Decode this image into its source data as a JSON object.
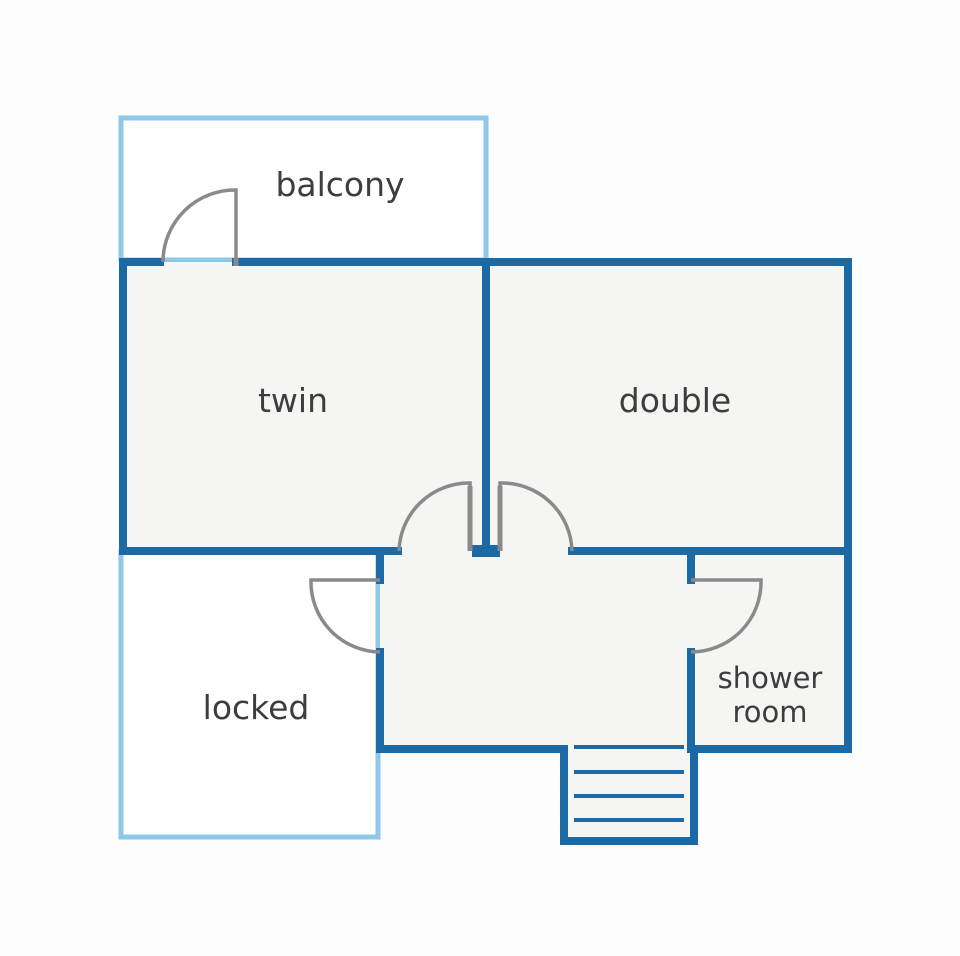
{
  "rooms": {
    "balcony": "balcony",
    "twin": "twin",
    "double": "double",
    "locked": "locked",
    "shower_line1": "shower",
    "shower_line2": "room"
  },
  "colors": {
    "wall_dark": "#1b6aa5",
    "wall_light": "#8fc8e8",
    "room_fill": "#f5f5f4",
    "door": "#8a8a8a",
    "text": "#3d3d3d"
  }
}
